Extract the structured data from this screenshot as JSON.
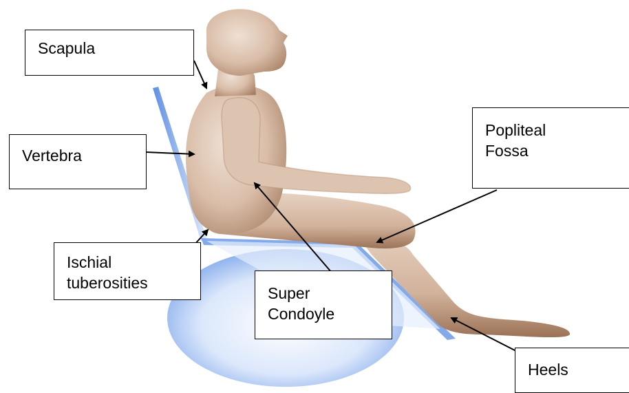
{
  "labels": {
    "scapula": "Scapula",
    "vertebra": "Vertebra",
    "popliteal_line1": "Popliteal",
    "popliteal_line2": "Fossa",
    "ischial_line1": "Ischial",
    "ischial_line2": "tuberosities",
    "super_line1": "Super",
    "super_line2": "Condoyle",
    "heels": "Heels"
  },
  "colors": {
    "skin": "#d8bba5",
    "skin_shadow": "#a57e62",
    "seat_blue": "#6f9be6",
    "cushion_blue": "#7aa3ea",
    "line": "#000000"
  }
}
